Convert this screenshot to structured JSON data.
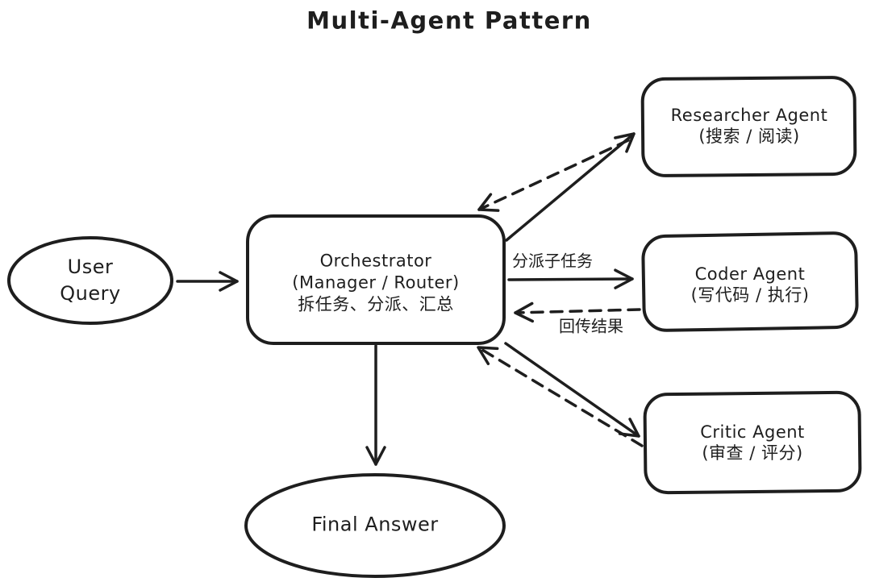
{
  "title": "Multi-Agent Pattern",
  "colors": {
    "stroke": "#1e1e1e",
    "background": "#ffffff"
  },
  "nodes": {
    "user_query": {
      "shape": "ellipse",
      "lines": [
        "User",
        "Query"
      ]
    },
    "orchestrator": {
      "shape": "rounded-rect",
      "lines": [
        "Orchestrator",
        "(Manager / Router)",
        "拆任务、分派、汇总"
      ]
    },
    "researcher_agent": {
      "shape": "rounded-rect",
      "lines": [
        "Researcher Agent",
        "(搜索 / 阅读)"
      ]
    },
    "coder_agent": {
      "shape": "rounded-rect",
      "lines": [
        "Coder Agent",
        "(写代码 / 执行)"
      ]
    },
    "critic_agent": {
      "shape": "rounded-rect",
      "lines": [
        "Critic Agent",
        "(审查 / 评分)"
      ]
    },
    "final_answer": {
      "shape": "ellipse",
      "lines": [
        "Final Answer"
      ]
    }
  },
  "edges": [
    {
      "from": "user_query",
      "to": "orchestrator",
      "style": "solid",
      "label": ""
    },
    {
      "from": "orchestrator",
      "to": "researcher_agent",
      "style": "solid",
      "label": ""
    },
    {
      "from": "researcher_agent",
      "to": "orchestrator",
      "style": "dashed",
      "label": ""
    },
    {
      "from": "orchestrator",
      "to": "coder_agent",
      "style": "solid",
      "label": "分派子任务"
    },
    {
      "from": "coder_agent",
      "to": "orchestrator",
      "style": "dashed",
      "label": "回传结果"
    },
    {
      "from": "orchestrator",
      "to": "critic_agent",
      "style": "solid",
      "label": ""
    },
    {
      "from": "critic_agent",
      "to": "orchestrator",
      "style": "dashed",
      "label": ""
    },
    {
      "from": "orchestrator",
      "to": "final_answer",
      "style": "solid",
      "label": ""
    }
  ]
}
